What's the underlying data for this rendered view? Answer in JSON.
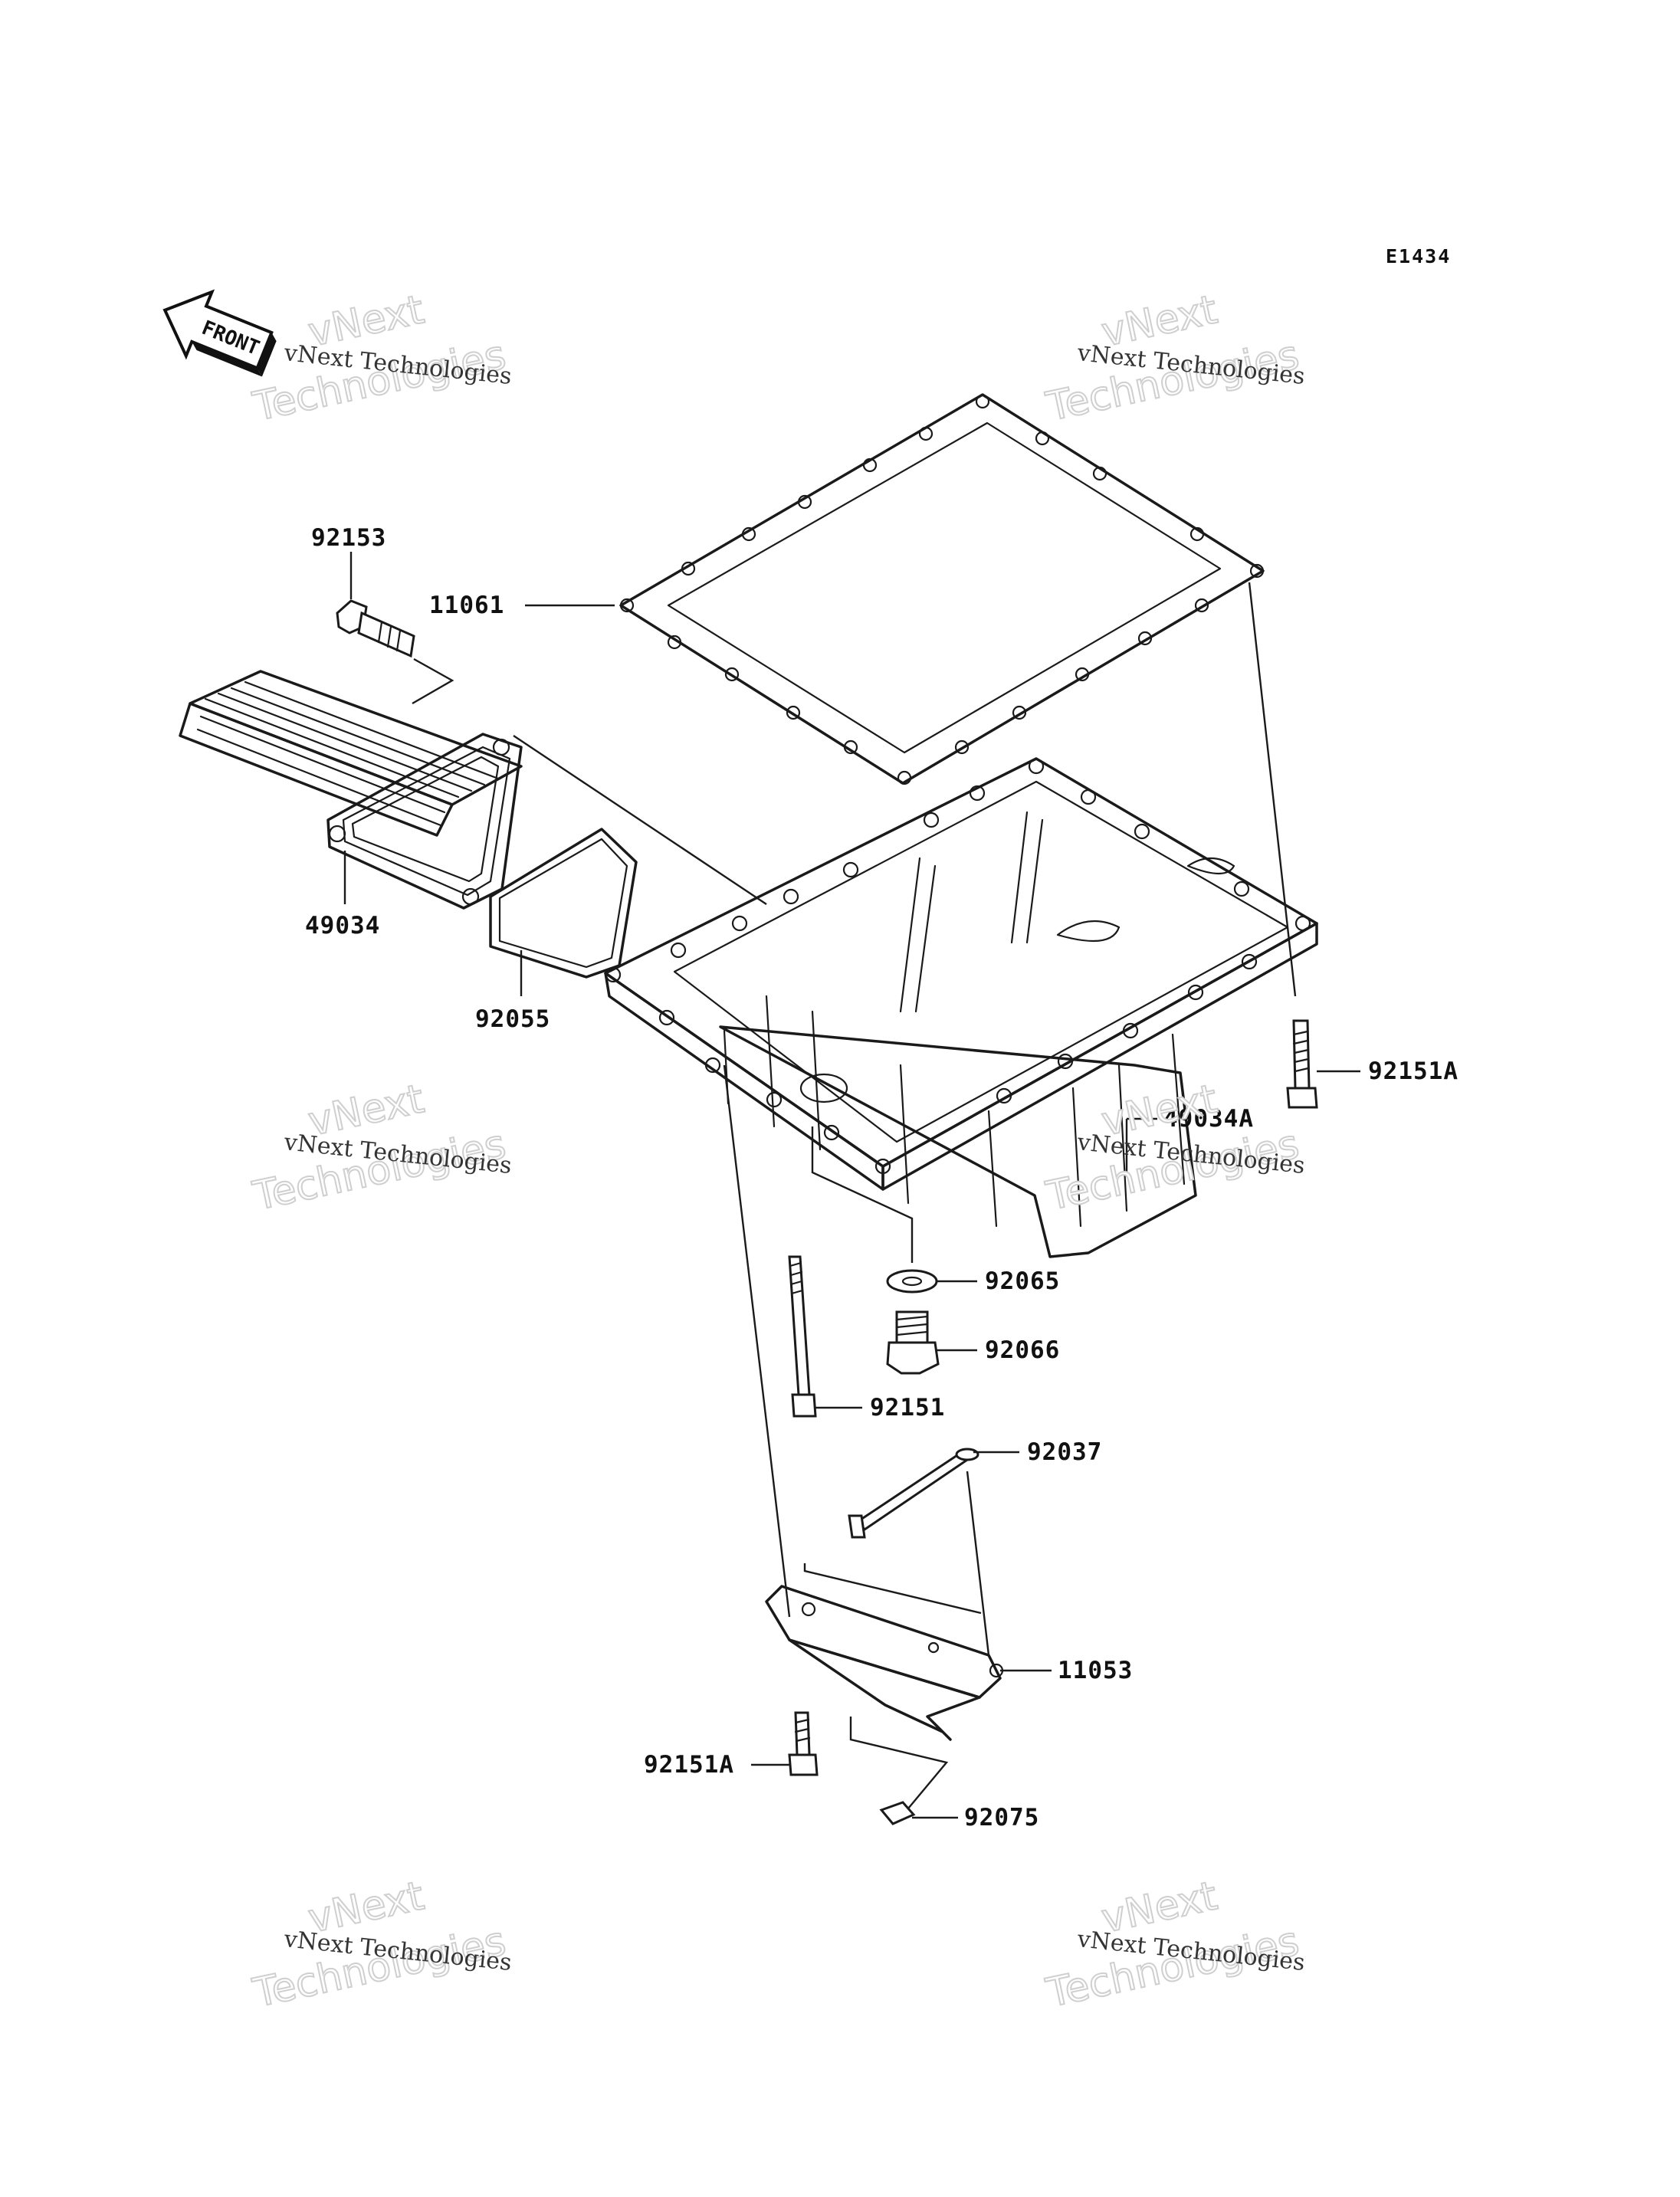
{
  "diagram_code": "E1434",
  "front_marker": "FRONT",
  "watermark": {
    "small_text": "vNext Technologies",
    "large_line1": "vNext",
    "large_line2": "Technologies"
  },
  "parts": [
    {
      "id": "p11061",
      "label": "11061"
    },
    {
      "id": "p92153",
      "label": "92153"
    },
    {
      "id": "p49034",
      "label": "49034"
    },
    {
      "id": "p92055",
      "label": "92055"
    },
    {
      "id": "p92151A_top",
      "label": "92151A"
    },
    {
      "id": "p49034A",
      "label": "49034A"
    },
    {
      "id": "p92065",
      "label": "92065"
    },
    {
      "id": "p92066",
      "label": "92066"
    },
    {
      "id": "p92151",
      "label": "92151"
    },
    {
      "id": "p92037",
      "label": "92037"
    },
    {
      "id": "p11053",
      "label": "11053"
    },
    {
      "id": "p92151A_bottom",
      "label": "92151A"
    },
    {
      "id": "p92075",
      "label": "92075"
    }
  ]
}
